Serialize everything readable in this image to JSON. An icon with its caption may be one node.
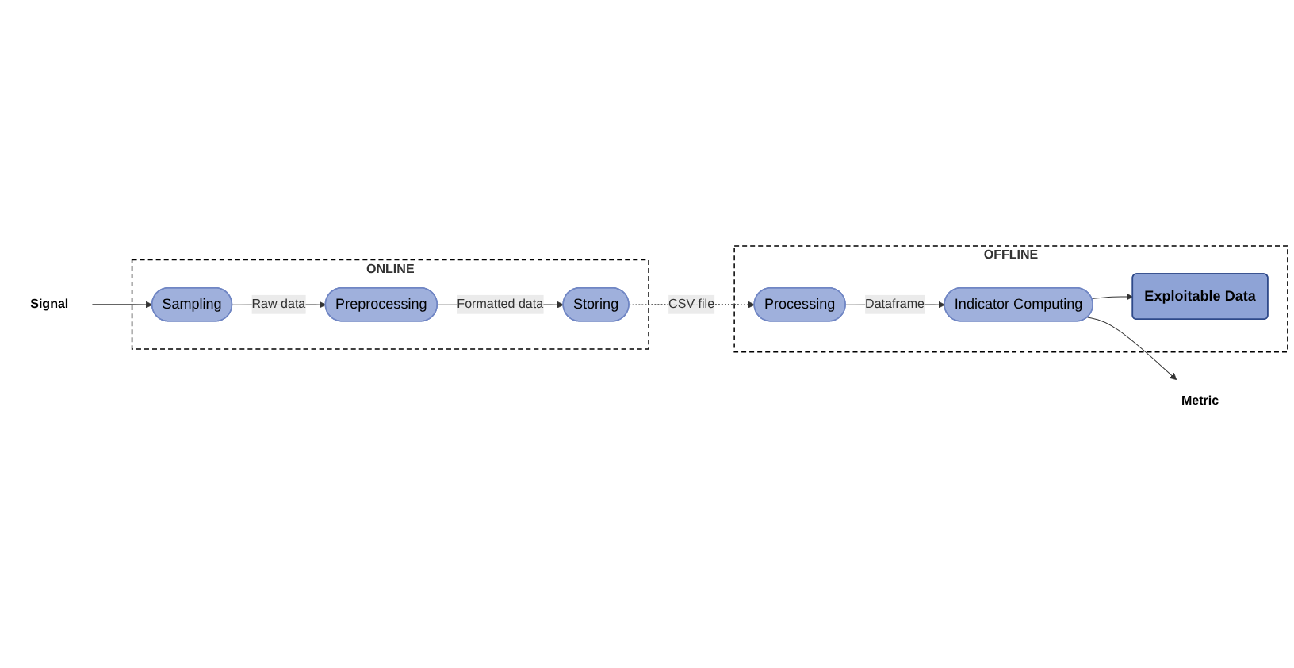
{
  "diagram": {
    "nodes": [
      {
        "text": [
          "Signal"
        ]
      },
      {
        "text": [
          "ONLINE"
        ]
      },
      {
        "text": [
          "Sampling"
        ],
        "in": 1
      },
      {
        "text": [
          "Preprocessing"
        ],
        "in": 1
      },
      {
        "text": [
          "Storing"
        ],
        "in": 1
      },
      {
        "text": [
          "Metric"
        ]
      },
      {
        "text": [
          "OFFLINE"
        ]
      },
      {
        "text": [
          "Processing"
        ],
        "in": 6
      },
      {
        "text": [
          "Indicator Computing"
        ],
        "in": 6
      },
      {
        "text": [
          "Exploitable Data"
        ],
        "in": 6
      }
    ],
    "edges": [
      {
        "from": 0,
        "to": 2,
        "arrow": "to"
      },
      {
        "from": 2,
        "to": 3,
        "arrow": "to",
        "label": "Raw data"
      },
      {
        "from": 3,
        "to": 4,
        "arrow": "to",
        "label": "Formatted data"
      },
      {
        "from": 4,
        "to": 7,
        "arrow": "to",
        "label": "CSV file",
        "style": "dashed"
      },
      {
        "from": 7,
        "to": 8,
        "arrow": "to",
        "label": "Dataframe"
      },
      {
        "from": 8,
        "to": 5,
        "arrow": "to"
      },
      {
        "from": 8,
        "to": 9,
        "arrow": "to"
      }
    ]
  }
}
